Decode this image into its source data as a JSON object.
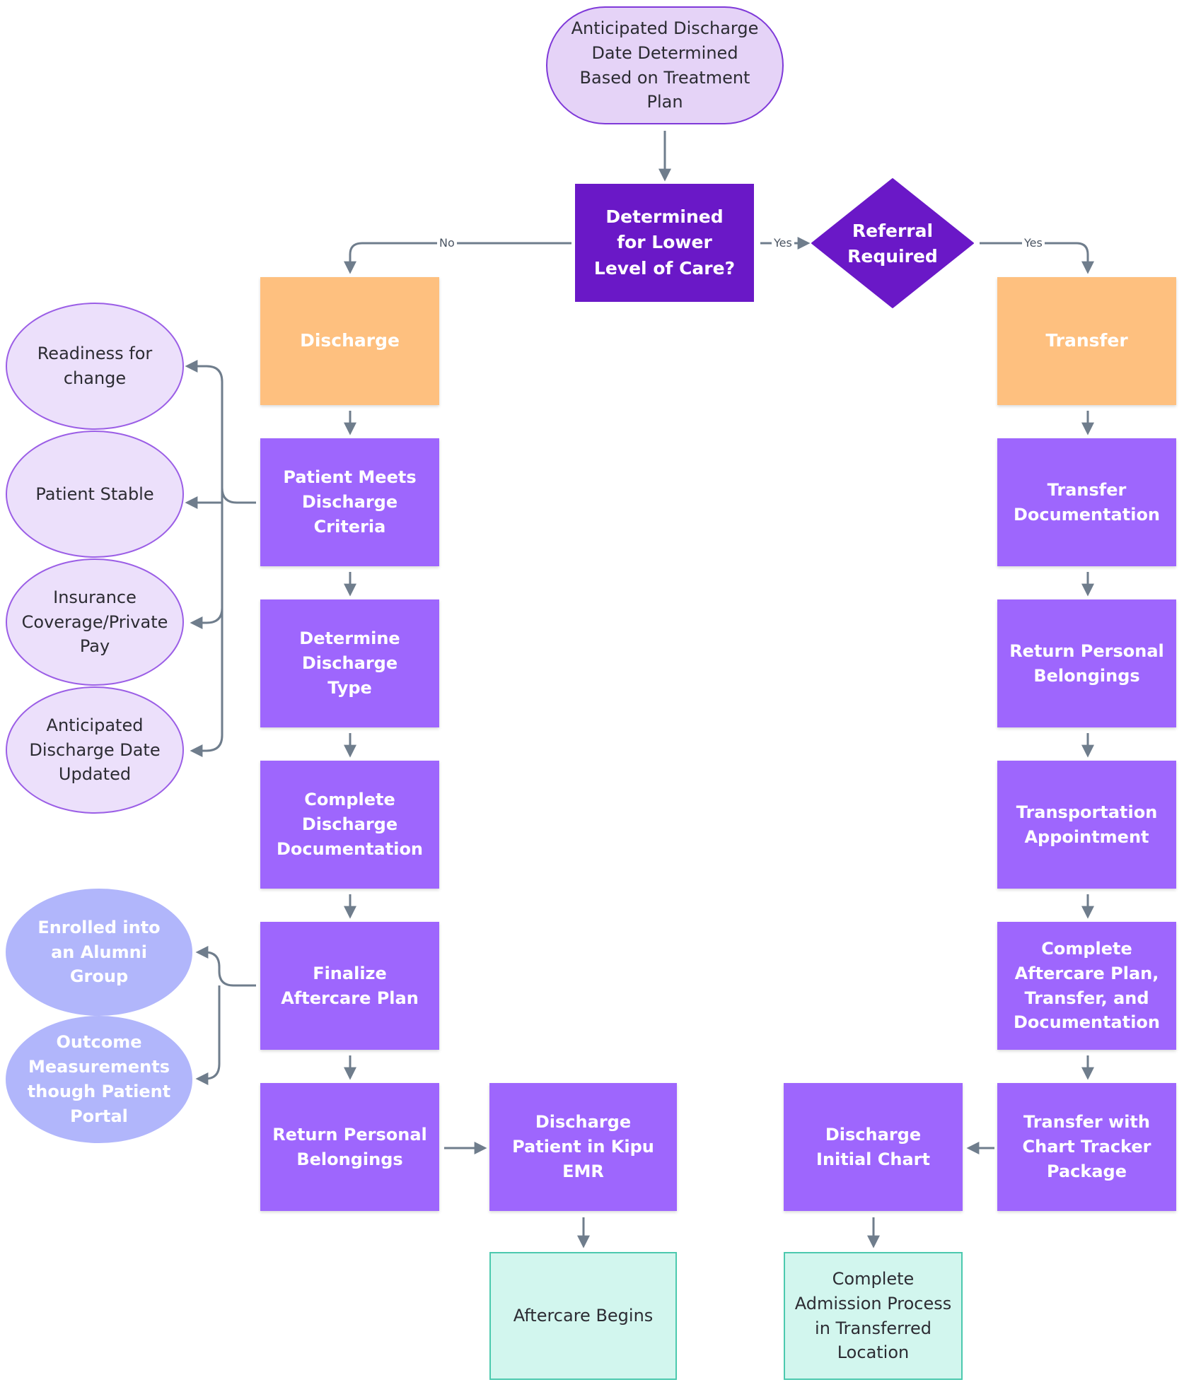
{
  "nodes": {
    "start": "Anticipated Discharge Date Determined Based on Treatment Plan",
    "decision": "Determined for Lower Level of Care?",
    "referral": "Referral Required",
    "discharge": "Discharge",
    "transfer": "Transfer",
    "criteria": "Patient Meets Discharge Criteria",
    "dtype": "Determine Discharge Type",
    "cdoc": "Complete Discharge Documentation",
    "aftercare_plan": "Finalize Aftercare Plan",
    "return_left": "Return Personal Belongings",
    "kipu": "Discharge Patient in Kipu EMR",
    "aftercare_begins": "Aftercare Begins",
    "tdoc": "Transfer Documentation",
    "return_right": "Return Personal Belongings",
    "transport": "Transportation Appointment",
    "complete_aftercare": "Complete Aftercare Plan, Transfer, and Documentation",
    "chart_tracker": "Transfer with Chart Tracker Package",
    "initial_chart": "Discharge Initial Chart",
    "admission": "Complete Admission Process in Transferred Location"
  },
  "criteria_items": {
    "readiness": "Readiness for change",
    "stable": "Patient Stable",
    "insurance": "Insurance Coverage/Private Pay",
    "anticipated": "Anticipated Discharge Date Updated"
  },
  "aftercare_items": {
    "alumni": "Enrolled into an Alumni Group",
    "outcome": "Outcome Measurements though Patient Portal"
  },
  "edges": {
    "no": "No",
    "yes1": "Yes",
    "yes2": "Yes"
  },
  "colors": {
    "connector": "#6f7d8c",
    "decision": "#6a18c7",
    "orange": "#fec07f",
    "purple": "#9e66fd",
    "teal": "#d2f6ee"
  }
}
